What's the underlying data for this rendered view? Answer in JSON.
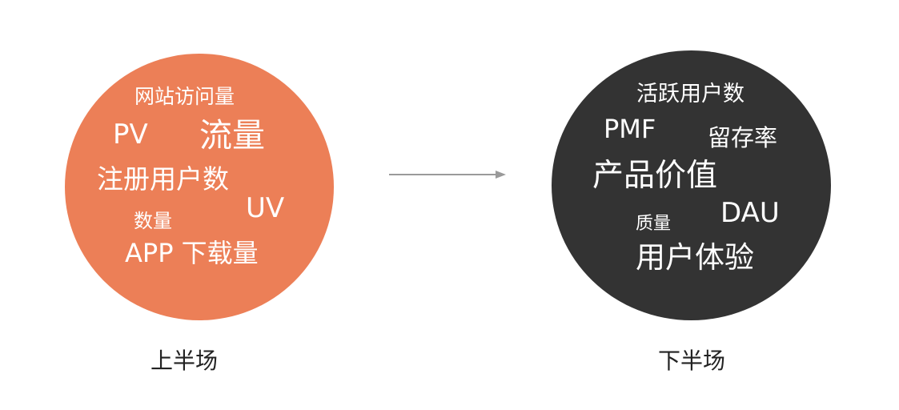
{
  "colors": {
    "left_circle": "#EC7F57",
    "right_circle": "#333333",
    "arrow": "#9A9A9A",
    "word": "#FFFFFF"
  },
  "left": {
    "caption": "上半场",
    "keywords": {
      "site_visits": "网站访问量",
      "pv": "PV",
      "traffic": "流量",
      "registered_users": "注册用户数",
      "uv": "UV",
      "quantity": "数量",
      "app_downloads": "APP 下载量"
    }
  },
  "right": {
    "caption": "下半场",
    "keywords": {
      "active_users": "活跃用户数",
      "pmf": "PMF",
      "retention": "留存率",
      "product_value": "产品价值",
      "dau": "DAU",
      "quality": "质量",
      "user_experience": "用户体验"
    }
  }
}
